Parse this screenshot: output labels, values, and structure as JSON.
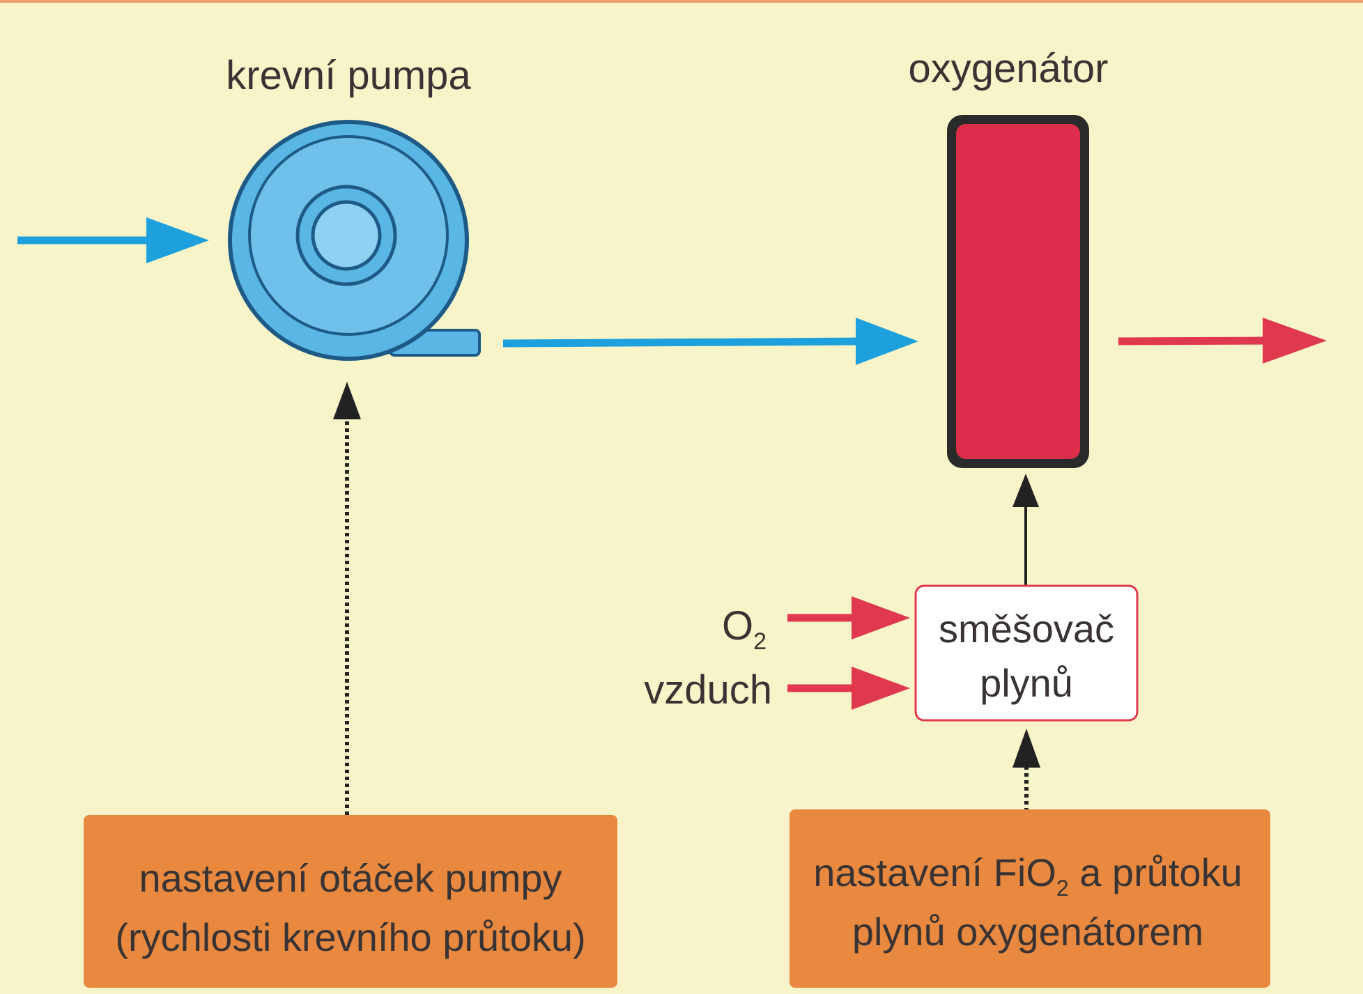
{
  "labels": {
    "pump": "krevní pumpa",
    "oxygenator": "oxygenátor",
    "o2": "O",
    "o2_sub": "2",
    "air": "vzduch",
    "mixer_line1": "směšovač",
    "mixer_line2": "plynů",
    "pump_setting_line1": "nastavení otáček pumpy",
    "pump_setting_line2": "(rychlosti krevního průtoku)",
    "gas_setting_line1_a": "nastavení FiO",
    "gas_setting_line1_sub": "2",
    "gas_setting_line1_b": " a průtoku",
    "gas_setting_line2": "plynů oxygenátorem"
  },
  "colors": {
    "background": "#f8f4c9",
    "blood_venous": "#1ea0dc",
    "blood_arterial": "#e0384e",
    "oxygenator_fill": "#dc2d4b",
    "pump_fill": "#5ab6e4",
    "setting_box": "#e8893f",
    "mixer_border": "#e0384e",
    "top_border": "#f0a070"
  }
}
